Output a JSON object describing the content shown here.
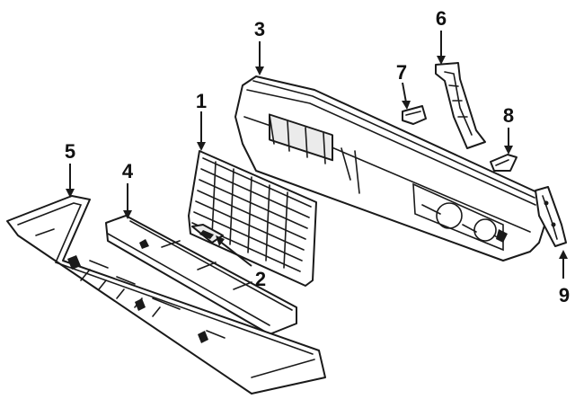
{
  "parts": [
    {
      "id": "grille",
      "number": "1"
    },
    {
      "id": "emblem",
      "number": "2"
    },
    {
      "id": "headlamp-housing",
      "number": "3"
    },
    {
      "id": "upper-support",
      "number": "4"
    },
    {
      "id": "filler-panel",
      "number": "5"
    },
    {
      "id": "side-bracket",
      "number": "6"
    },
    {
      "id": "clip",
      "number": "7"
    },
    {
      "id": "retainer",
      "number": "8"
    },
    {
      "id": "end-bracket",
      "number": "9"
    }
  ],
  "colors": {
    "line": "#1a1a1a",
    "background": "#ffffff",
    "shade": "#ebebeb"
  }
}
